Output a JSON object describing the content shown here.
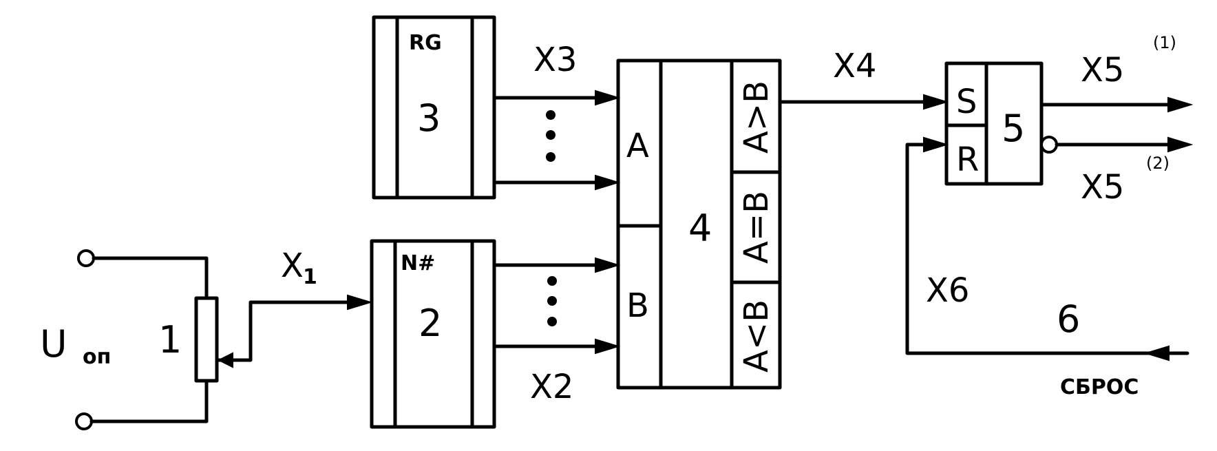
{
  "blocks": {
    "voltage_label": "U",
    "voltage_subscript": "оп",
    "divider_number": "1",
    "counter_number": "2",
    "counter_tag": "N#",
    "register_number": "3",
    "register_tag": "RG",
    "comparator_number": "4",
    "comparator_input_a": "A",
    "comparator_input_b": "B",
    "comparator_out_gt": "A>B",
    "comparator_out_eq": "A=B",
    "comparator_out_lt": "A<B",
    "trigger_number": "5",
    "trigger_set": "S",
    "trigger_reset": "R",
    "reset_number": "6",
    "reset_label": "СБРОС"
  },
  "signals": {
    "x1": "X",
    "x1_sub": "1",
    "x2": "X2",
    "x3": "X3",
    "x4": "X4",
    "x5": "X5",
    "x5_1": "(1)",
    "x5_2": "(2)",
    "x6": "X6"
  }
}
